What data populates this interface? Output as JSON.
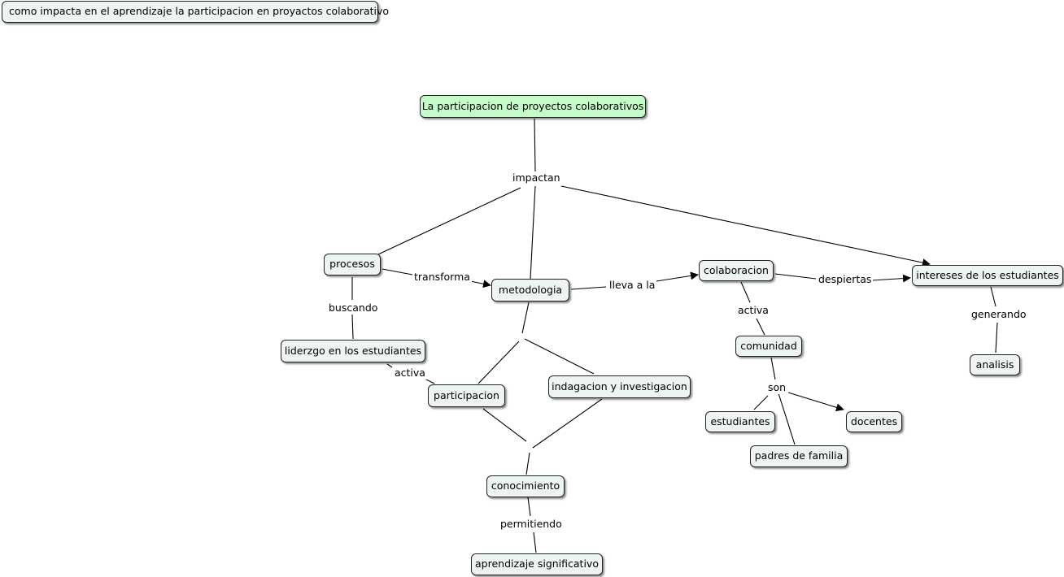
{
  "title": "como impacta en el aprendizaje la participacion en proyactos colaborativo",
  "concepts": {
    "root": "La participacion de proyectos colaborativos",
    "procesos": "procesos",
    "metodologia": "metodologia",
    "liderazgo": "liderzgo en los estudiantes",
    "participacion": "participacion",
    "indagacion": "indagacion y investigacion",
    "conocimiento": "conocimiento",
    "aprendizaje": "aprendizaje significativo",
    "colaboracion": "colaboracion",
    "comunidad": "comunidad",
    "estudiantes": "estudiantes",
    "docentes": "docentes",
    "padres": "padres de familia",
    "intereses": "intereses de los estudiantes",
    "analisis": "analisis"
  },
  "links": {
    "impactan": "impactan",
    "transforma": "transforma",
    "buscando": "buscando",
    "activa1": "activa",
    "lleva": "lleva a la",
    "despiertas": "despiertas",
    "activa2": "activa",
    "son": "son",
    "generando": "generando",
    "permitiendo": "permitiendo"
  },
  "colors": {
    "root_fill": "#c3fcc8",
    "node_fill": "#eef3f3",
    "line": "#000000"
  }
}
